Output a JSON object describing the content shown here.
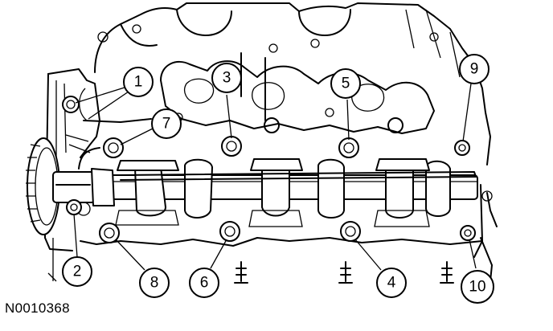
{
  "figure": {
    "id_label": "N0010368"
  },
  "callouts": [
    {
      "label": "1"
    },
    {
      "label": "2"
    },
    {
      "label": "3"
    },
    {
      "label": "4"
    },
    {
      "label": "5"
    },
    {
      "label": "6"
    },
    {
      "label": "7"
    },
    {
      "label": "8"
    },
    {
      "label": "9"
    },
    {
      "label": "10"
    }
  ]
}
